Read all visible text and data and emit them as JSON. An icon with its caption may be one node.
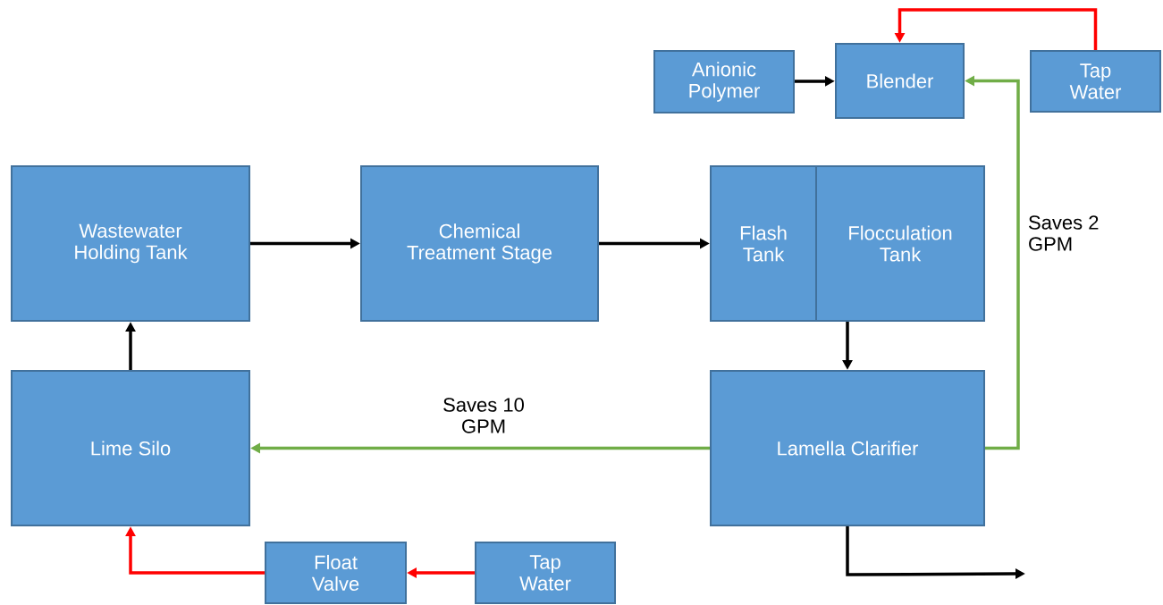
{
  "diagram": {
    "nodes": [
      {
        "text": [
          "Anionic Polymer"
        ]
      },
      {
        "text": [
          "Blender"
        ]
      },
      {
        "text": [
          "Tap Water"
        ]
      },
      {
        "text": [
          "Wastewater Holding Tank"
        ]
      },
      {
        "text": [
          "Chemical Treatment Stage"
        ]
      },
      {
        "text": [
          "Flash Tank"
        ]
      },
      {
        "text": [
          "Flocculation Tank"
        ]
      },
      {
        "text": [
          "Lime Silo"
        ]
      },
      {
        "text": [
          "Lamella Clarifier"
        ]
      },
      {
        "text": [
          "Float Valve"
        ]
      },
      {
        "text": [
          "Tap Water"
        ]
      }
    ],
    "edges": [
      {
        "from": 0,
        "to": 1,
        "arrow": "to"
      },
      {
        "from": 2,
        "to": 1,
        "arrow": "to",
        "color": "#ff0000"
      },
      {
        "from": 3,
        "to": 4,
        "arrow": "to"
      },
      {
        "from": 4,
        "to": 5,
        "arrow": "to"
      },
      {
        "from": 6,
        "to": 8,
        "arrow": "to"
      },
      {
        "from": 8,
        "to": 7,
        "arrow": "to",
        "label": "Saves 10 GPM",
        "color": "#70ad47"
      },
      {
        "from": 8,
        "to": 1,
        "arrow": "to",
        "label": "Saves 2 GPM",
        "color": "#70ad47"
      },
      {
        "from": 7,
        "to": 3,
        "arrow": "to"
      },
      {
        "from": 10,
        "to": 9,
        "arrow": "to",
        "color": "#ff0000"
      },
      {
        "from": 9,
        "to": 7,
        "arrow": "to",
        "color": "#ff0000"
      },
      {
        "from": 8,
        "to": null,
        "arrow": "to"
      }
    ]
  }
}
